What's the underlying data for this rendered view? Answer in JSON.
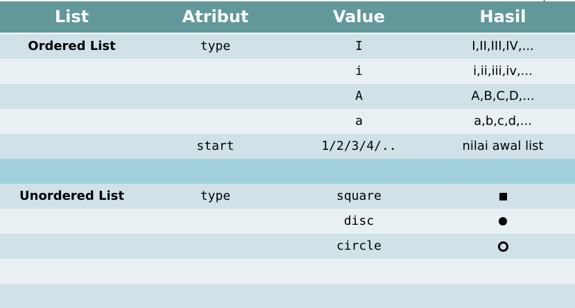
{
  "colors": {
    "header": "#62989a",
    "row_dark": "#d0e2e8",
    "row_light": "#e9f0f3",
    "row_separator": "#a2cfdc"
  },
  "headers": [
    "List",
    "Atribut",
    "Value",
    "Hasil"
  ],
  "rows": [
    {
      "list": "Ordered List",
      "attr": "type",
      "value": "I",
      "hasil": "I,II,III,IV,..."
    },
    {
      "list": "",
      "attr": "",
      "value": "i",
      "hasil": "i,ii,iii,iv,..."
    },
    {
      "list": "",
      "attr": "",
      "value": "A",
      "hasil": "A,B,C,D,..."
    },
    {
      "list": "",
      "attr": "",
      "value": "a",
      "hasil": "a,b,c,d,..."
    },
    {
      "list": "",
      "attr": "start",
      "value": "1/2/3/4/..",
      "hasil": "nilai awal list"
    },
    {
      "list": "",
      "attr": "",
      "value": "",
      "hasil": ""
    },
    {
      "list": "Unordered List",
      "attr": "type",
      "value": "square",
      "hasil_icon": "filled-square-icon"
    },
    {
      "list": "",
      "attr": "",
      "value": "disc",
      "hasil_icon": "filled-circle-icon"
    },
    {
      "list": "",
      "attr": "",
      "value": "circle",
      "hasil_icon": "hollow-circle-icon"
    },
    {
      "list": "",
      "attr": "",
      "value": "",
      "hasil": ""
    },
    {
      "list": "",
      "attr": "",
      "value": "",
      "hasil": ""
    }
  ]
}
